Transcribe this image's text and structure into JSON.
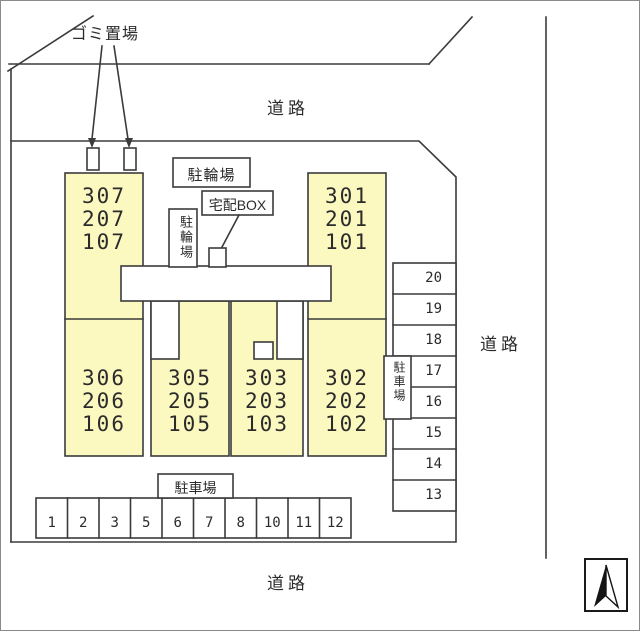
{
  "colors": {
    "unit_fill": "#fbf8c0",
    "line": "#3b3b3b"
  },
  "labels": {
    "garbage_area": "ゴミ置場",
    "road_top": "道路",
    "road_right": "道路",
    "road_bottom": "道路",
    "bicycle_parking_top": "駐輪場",
    "bicycle_parking_side": "駐輪場",
    "delivery_box": "宅配BOX",
    "car_parking_bottom": "駐車場",
    "car_parking_right": "駐車場"
  },
  "units": {
    "block_nw": [
      "307",
      "207",
      "107"
    ],
    "block_ne": [
      "301",
      "201",
      "101"
    ],
    "block_sw": [
      "306",
      "206",
      "106"
    ],
    "block_s1": [
      "305",
      "205",
      "105"
    ],
    "block_s2": [
      "303",
      "203",
      "103"
    ],
    "block_se": [
      "302",
      "202",
      "102"
    ]
  },
  "parking_spaces": {
    "bottom_row": [
      "1",
      "2",
      "3",
      "5",
      "6",
      "7",
      "8",
      "10",
      "11",
      "12"
    ],
    "right_column": [
      "20",
      "19",
      "18",
      "17",
      "16",
      "15",
      "14",
      "13"
    ]
  }
}
